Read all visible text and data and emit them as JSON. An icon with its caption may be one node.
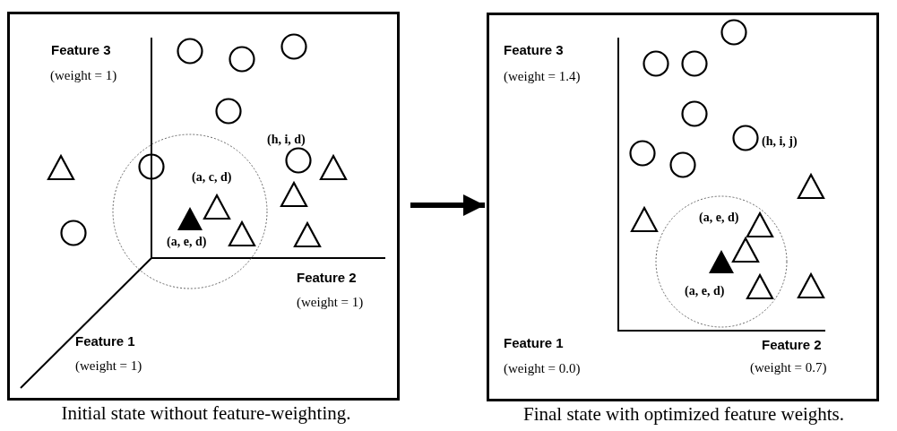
{
  "diagram": {
    "nodes": [
      {
        "text": [
          "Feature 3",
          "(weight = 1)",
          "(h, i, d)",
          "(a, c, d)",
          "(a, e, d)",
          "Feature 2",
          "(weight = 1)",
          "Feature 1",
          "(weight = 1)"
        ],
        "beside": [
          "Initial state without feature-weighting."
        ]
      },
      {
        "text": [
          "Feature 3",
          "(weight = 1.4)",
          "(h, i, j)",
          "(a, e, d)",
          "(a, e, d)",
          "Feature 1",
          "(weight = 0.0)",
          "Feature 2",
          "(weight = 0.7)"
        ],
        "beside": [
          "Final state with optimized feature weights."
        ]
      }
    ],
    "edges": [
      {
        "from": 0,
        "to": 1,
        "arrow": "to"
      }
    ]
  }
}
